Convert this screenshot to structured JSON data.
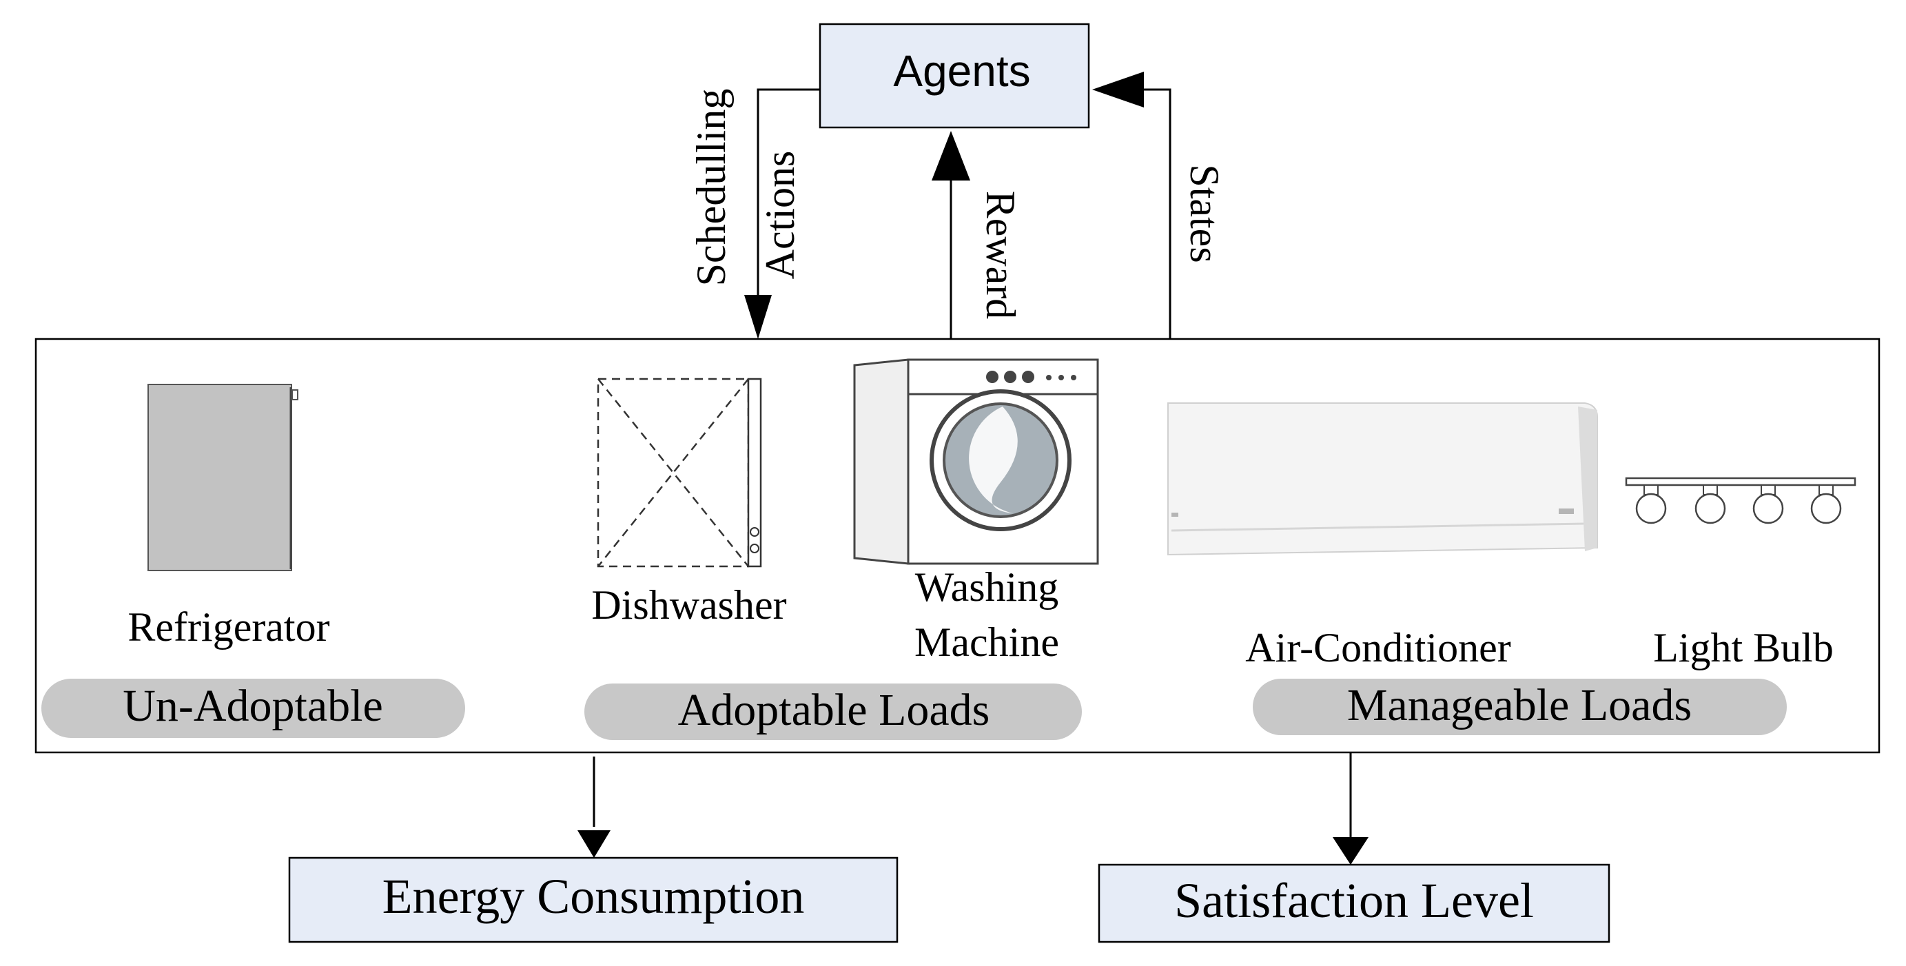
{
  "agents": {
    "label": "Agents"
  },
  "edges": {
    "scheduling": [
      "Schedulling",
      "Actions"
    ],
    "reward": "Reward",
    "states": "States"
  },
  "appliances": {
    "refrigerator": "Refrigerator",
    "dishwasher": "Dishwasher",
    "washing_machine": [
      "Washing",
      "Machine"
    ],
    "air_conditioner": "Air-Conditioner",
    "light_bulb": "Light Bulb"
  },
  "groups": {
    "un_adoptable": "Un-Adoptable",
    "adoptable": "Adoptable Loads",
    "manageable": "Manageable Loads"
  },
  "outputs": {
    "energy": "Energy Consumption",
    "satisfaction": "Satisfaction Level"
  },
  "colors": {
    "box_fill": "#e6ecf7",
    "pill_fill": "#c8c8c8",
    "fridge_fill": "#c2c2c2",
    "stroke": "#000000"
  }
}
